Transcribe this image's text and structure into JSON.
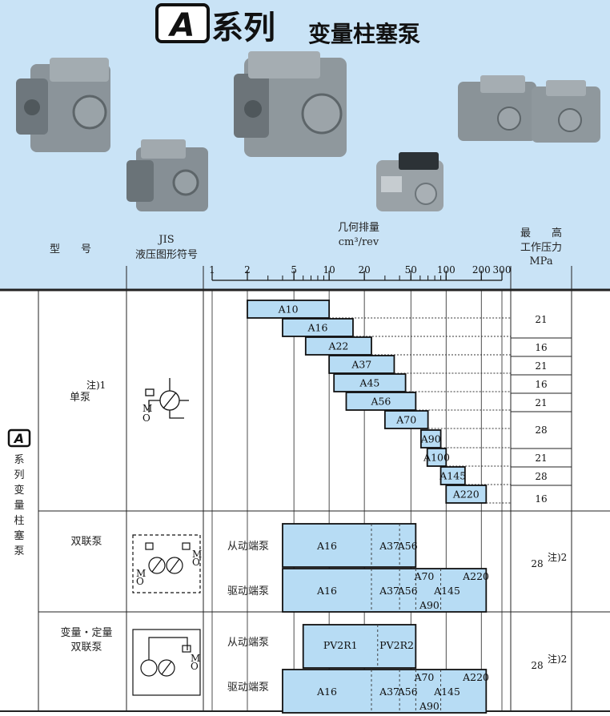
{
  "header": {
    "logo_letter": "A",
    "title_main": "系列",
    "title_sub": "变量柱塞泵",
    "bg_color": "#c9e3f6"
  },
  "columns": {
    "model": "型　　号",
    "jis_line1": "JIS",
    "jis_line2": "液压图形符号",
    "disp_line1": "几何排量",
    "disp_line2": "cm³/rev",
    "pressure_line1": "最　　高",
    "pressure_line2": "工作压力",
    "pressure_line3": "MPa"
  },
  "series_label": {
    "logo_letter": "A",
    "text": [
      "系",
      "列",
      "变",
      "量",
      "柱",
      "塞",
      "泵"
    ]
  },
  "groups": {
    "single": {
      "label": "单泵",
      "note": "注)1"
    },
    "double": {
      "label": "双联泵",
      "follower": "从动端泵",
      "driver": "驱动端泵",
      "pressure": "28",
      "note": "注)2"
    },
    "mixed": {
      "label_line1": "变量・定量",
      "label_line2": "双联泵",
      "follower": "从动端泵",
      "driver": "驱动端泵",
      "pressure": "28",
      "note": "注)2"
    }
  },
  "symbol_letters": {
    "m": "M",
    "o": "O"
  },
  "chart_data": {
    "type": "range-bar",
    "x_scale": "log",
    "x_ticks": [
      1,
      2,
      5,
      10,
      20,
      50,
      100,
      200,
      300
    ],
    "x_label": "几何排量 cm³/rev",
    "y_label": "最高工作压力 MPa",
    "bar_color": "#b7dcf4",
    "single_pumps": [
      {
        "name": "A10",
        "min": 2,
        "max": 10,
        "pressure": "21"
      },
      {
        "name": "A16",
        "min": 4,
        "max": 16,
        "pressure": "21"
      },
      {
        "name": "A22",
        "min": 6.3,
        "max": 23,
        "pressure": "16"
      },
      {
        "name": "A37",
        "min": 10,
        "max": 36,
        "pressure": "21"
      },
      {
        "name": "A45",
        "min": 11,
        "max": 45,
        "pressure": "16"
      },
      {
        "name": "A56",
        "min": 14,
        "max": 55,
        "pressure": "21"
      },
      {
        "name": "A70",
        "min": 30,
        "max": 70,
        "pressure": "28"
      },
      {
        "name": "A90",
        "min": 61,
        "max": 90,
        "pressure": "28"
      },
      {
        "name": "A100",
        "min": 69,
        "max": 100,
        "pressure": "21"
      },
      {
        "name": "A145",
        "min": 90,
        "max": 145,
        "pressure": "28"
      },
      {
        "name": "A220",
        "min": 100,
        "max": 220,
        "pressure": "16"
      }
    ],
    "double_pumps": {
      "follower": {
        "min": 4,
        "max": 55,
        "models": [
          "A16",
          "A37",
          "A56"
        ]
      },
      "driver": {
        "min": 4,
        "max": 220,
        "models": [
          "A16",
          "A37",
          "A56",
          "A70",
          "A90",
          "A145",
          "A220"
        ]
      }
    },
    "mixed_pumps": {
      "follower": {
        "min": 6,
        "max": 55,
        "models": [
          "PV2R1",
          "PV2R2"
        ]
      },
      "driver": {
        "min": 4,
        "max": 220,
        "models": [
          "A16",
          "A37",
          "A56",
          "A70",
          "A90",
          "A145",
          "A220"
        ]
      }
    }
  }
}
